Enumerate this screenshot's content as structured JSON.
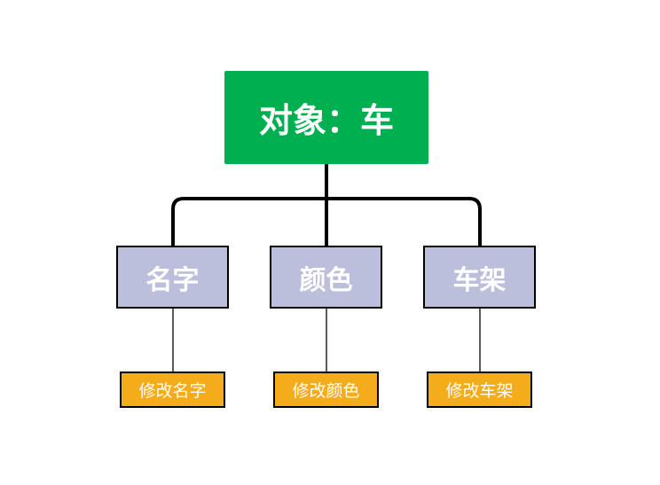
{
  "root": {
    "label": "对象：车"
  },
  "properties": [
    {
      "label": "名字"
    },
    {
      "label": "颜色"
    },
    {
      "label": "车架"
    }
  ],
  "methods": [
    {
      "label": "修改名字"
    },
    {
      "label": "修改颜色"
    },
    {
      "label": "修改车架"
    }
  ],
  "colors": {
    "root_fill": "#00b050",
    "property_fill": "#bcbfdb",
    "method_fill": "#f5ac1a",
    "connector": "#000000",
    "text": "#ffffff"
  }
}
